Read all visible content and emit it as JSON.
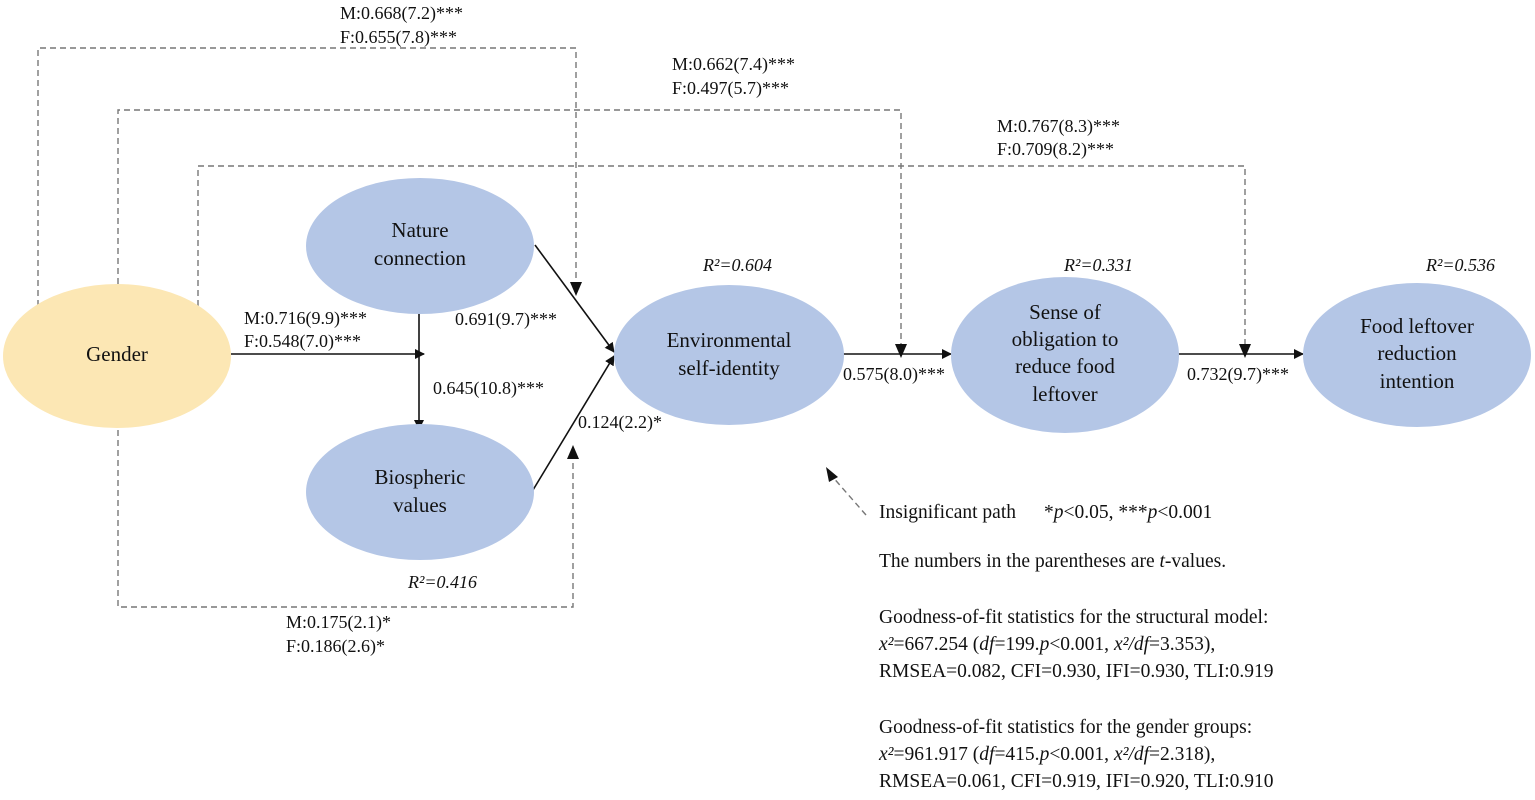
{
  "nodes": {
    "gender": [
      "Gender"
    ],
    "nature": [
      "Nature",
      "connection"
    ],
    "biospheric": [
      "Biospheric",
      "values"
    ],
    "eid": [
      "Environmental",
      "self-identity"
    ],
    "obligation": [
      "Sense of",
      "obligation to",
      "reduce food",
      "leftover"
    ],
    "intention": [
      "Food leftover",
      "reduction",
      "intention"
    ]
  },
  "r2": {
    "eid": "R²=0.604",
    "obligation": "R²=0.331",
    "intention": "R²=0.536",
    "biospheric": "R²=0.416"
  },
  "paths": {
    "gender_eid_top": [
      "M:0.668(7.2)***",
      "F:0.655(7.8)***"
    ],
    "gender_obligation": [
      "M:0.662(7.4)***",
      "F:0.497(5.7)***"
    ],
    "gender_intention": [
      "M:0.767(8.3)***",
      "F:0.709(8.2)***"
    ],
    "gender_nb": [
      "M:0.716(9.9)***",
      "F:0.548(7.0)***"
    ],
    "nature_eid": "0.691(9.7)***",
    "nature_biospheric": "0.645(10.8)***",
    "biospheric_eid": "0.124(2.2)*",
    "eid_obligation": "0.575(8.0)***",
    "obligation_intention": "0.732(9.7)***",
    "gender_eid_bottom": [
      "M:0.175(2.1)*",
      "F:0.186(2.6)*"
    ]
  },
  "legend": {
    "insignificant": "Insignificant path",
    "sig_1_star": "*",
    "sig_1_p": "p",
    "sig_1_val": "<0.05, ***",
    "sig_2_p": "p",
    "sig_2_val": "<0.001",
    "tvalues_pre": "The numbers in the parentheses are ",
    "tvalues_t": "t",
    "tvalues_post": "-values."
  },
  "fit_structural": {
    "heading": "Goodness-of-fit statistics for the structural model:",
    "chi_sym": "x²",
    "chi_val": "=667.254 (",
    "df_sym": "df",
    "df_val": "=199.",
    "p_sym": "p",
    "p_val": "<0.001, ",
    "ratio_sym": "x²/df",
    "ratio_val": "=3.353),",
    "line3": "RMSEA=0.082, CFI=0.930, IFI=0.930, TLI:0.919"
  },
  "fit_gender": {
    "heading": "Goodness-of-fit statistics for the gender groups:",
    "chi_sym": "x²",
    "chi_val": "=961.917  (",
    "df_sym": "df",
    "df_val": "=415.",
    "p_sym": "p",
    "p_val": "<0.001, ",
    "ratio_sym": "x²/df",
    "ratio_val": "=2.318),",
    "line3": "RMSEA=0.061, CFI=0.919, IFI=0.920, TLI:0.910"
  },
  "colors": {
    "gender_fill": "#fce7b4",
    "construct_fill": "#b4c6e6",
    "line": "#111111",
    "dashed": "#777777"
  }
}
